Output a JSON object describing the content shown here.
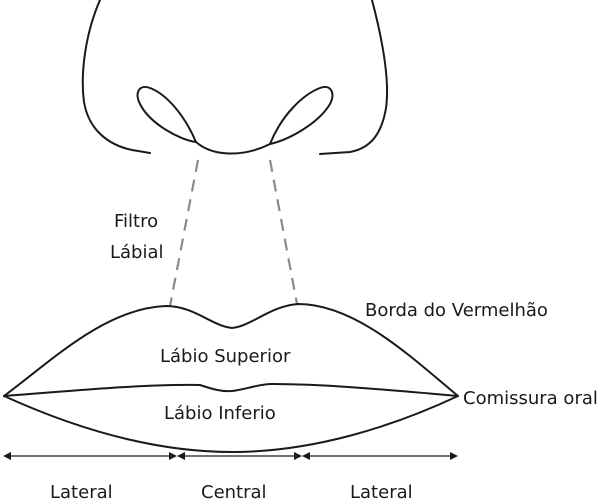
{
  "labels": {
    "filtro_line1": "Filtro",
    "filtro_line2": "Lábial",
    "borda": "Borda do Vermelhão",
    "labio_superior": "Lábio Superior",
    "labio_inferior": "Lábio Inferio",
    "comissura": "Comissura oral",
    "lateral_left": "Lateral",
    "central": "Central",
    "lateral_right": "Lateral"
  },
  "colors": {
    "outline": "#1a1a1a",
    "dashed_guide": "#8a8a8a",
    "background": "#ffffff"
  }
}
